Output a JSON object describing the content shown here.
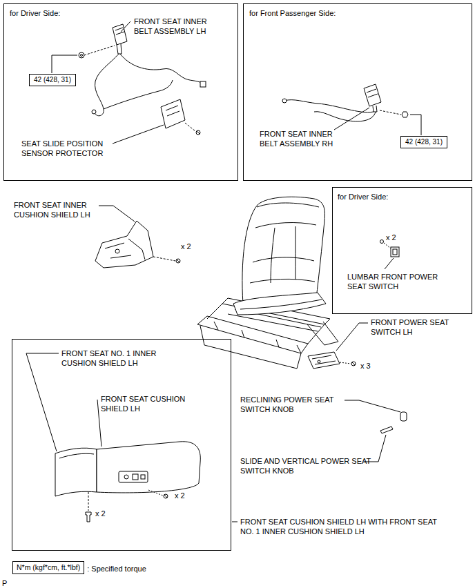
{
  "diagram": {
    "nodes": [
      {
        "text": [
          "for Driver Side:",
          "FRONT SEAT INNER BELT ASSEMBLY LH",
          "SEAT SLIDE POSITION SENSOR PROTECTOR"
        ]
      },
      {
        "text": [
          "42 (428, 31)"
        ],
        "in": 0
      },
      {
        "text": [
          "for Front Passenger Side:",
          "FRONT SEAT INNER BELT ASSEMBLY RH"
        ]
      },
      {
        "text": [
          "42 (428, 31)"
        ],
        "in": 2
      },
      {
        "text": [
          "for Driver Side:",
          "x 2",
          "LUMBAR FRONT POWER SEAT SWITCH"
        ]
      },
      {
        "text": [
          "FRONT SEAT NO. 1 INNER CUSHION SHIELD LH",
          "FRONT SEAT CUSHION SHIELD LH",
          "x 2",
          "x 2"
        ]
      },
      {
        "text": [
          "N*m (kgf*cm, ft.*lbf)",
          ": Specified torque"
        ]
      }
    ],
    "labels": [
      "FRONT SEAT INNER CUSHION SHIELD LH",
      "x 2",
      "FRONT POWER SEAT SWITCH LH",
      "x 3",
      "RECLINING POWER SEAT SWITCH KNOB",
      "SLIDE AND VERTICAL POWER SEAT SWITCH KNOB",
      "FRONT SEAT CUSHION SHIELD LH WITH FRONT SEAT NO. 1 INNER CUSHION SHIELD LH",
      "P"
    ]
  }
}
